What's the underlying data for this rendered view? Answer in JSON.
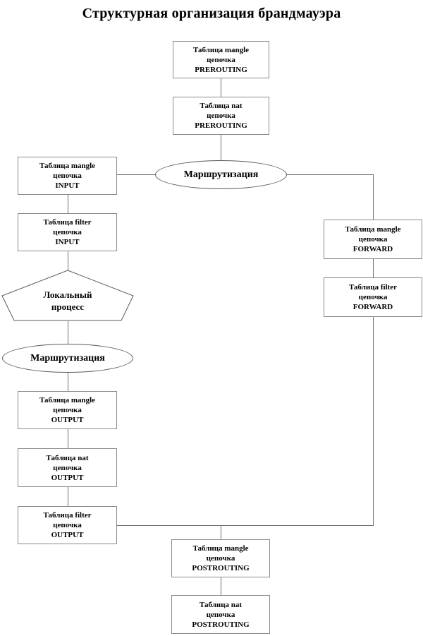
{
  "title": "Структурная организация брандмауэра",
  "nodes": {
    "prerouting_mangle": {
      "line1": "Таблица mangle",
      "line2": "цепочка",
      "line3": "PREROUTING"
    },
    "prerouting_nat": {
      "line1": "Таблица nat",
      "line2": "цепочка",
      "line3": "PREROUTING"
    },
    "routing_top": {
      "label": "Маршрутизация"
    },
    "input_mangle": {
      "line1": "Таблица mangle",
      "line2": "цепочка",
      "line3": "INPUT"
    },
    "input_filter": {
      "line1": "Таблица filter",
      "line2": "цепочка",
      "line3": "INPUT"
    },
    "local_process": {
      "line1": "Локальный",
      "line2": "процесс"
    },
    "routing_local": {
      "label": "Маршрутизация"
    },
    "output_mangle": {
      "line1": "Таблица mangle",
      "line2": "цепочка",
      "line3": "OUTPUT"
    },
    "output_nat": {
      "line1": "Таблица nat",
      "line2": "цепочка",
      "line3": "OUTPUT"
    },
    "output_filter": {
      "line1": "Таблица filter",
      "line2": "цепочка",
      "line3": "OUTPUT"
    },
    "forward_mangle": {
      "line1": "Таблица mangle",
      "line2": "цепочка",
      "line3": "FORWARD"
    },
    "forward_filter": {
      "line1": "Таблица filter",
      "line2": "цепочка",
      "line3": "FORWARD"
    },
    "postrouting_mangle": {
      "line1": "Таблица mangle",
      "line2": "цепочка",
      "line3": "POSTROUTING"
    },
    "postrouting_nat": {
      "line1": "Таблица nat",
      "line2": "цепочка",
      "line3": "POSTROUTING"
    }
  },
  "colors": {
    "background": "#ffffff",
    "text": "#000000",
    "box_border": "#8a8a8a",
    "shape_border": "#5a5a5a",
    "connector": "#6e6e6e"
  }
}
